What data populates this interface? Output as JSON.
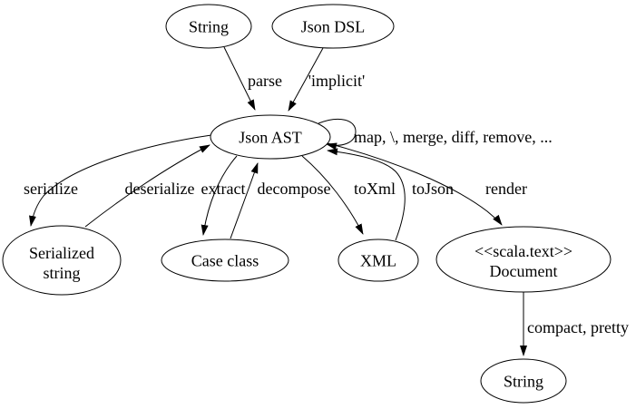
{
  "diagram": {
    "background_color": "#ffffff",
    "line_color": "#000000",
    "text_color": "#000000",
    "nodes": {
      "string_top": {
        "label": "String"
      },
      "json_dsl": {
        "label": "Json DSL"
      },
      "json_ast": {
        "label": "Json AST"
      },
      "serialized_string": {
        "lines": [
          "Serialized",
          "string"
        ]
      },
      "case_class": {
        "label": "Case class"
      },
      "xml": {
        "label": "XML"
      },
      "document": {
        "lines": [
          "<<scala.text>>",
          "Document"
        ]
      },
      "string_bottom": {
        "label": "String"
      }
    },
    "edges": {
      "parse": {
        "label": "parse",
        "from": "String",
        "to": "Json AST"
      },
      "implicit": {
        "label": "'implicit'",
        "from": "Json DSL",
        "to": "Json AST"
      },
      "self_ops": {
        "label": "map, \\, merge, diff, remove, ...",
        "from": "Json AST",
        "to": "Json AST"
      },
      "serialize": {
        "label": "serialize",
        "from": "Json AST",
        "to": "Serialized string"
      },
      "deserialize": {
        "label": "deserialize",
        "from": "Serialized string",
        "to": "Json AST"
      },
      "extract": {
        "label": "extract",
        "from": "Json AST",
        "to": "Case class"
      },
      "decompose": {
        "label": "decompose",
        "from": "Case class",
        "to": "Json AST"
      },
      "to_xml": {
        "label": "toXml",
        "from": "Json AST",
        "to": "XML"
      },
      "to_json": {
        "label": "toJson",
        "from": "XML",
        "to": "Json AST"
      },
      "render": {
        "label": "render",
        "from": "Json AST",
        "to": "<<scala.text>> Document"
      },
      "compact_pretty": {
        "label": "compact, pretty",
        "from": "<<scala.text>> Document",
        "to": "String"
      }
    }
  }
}
